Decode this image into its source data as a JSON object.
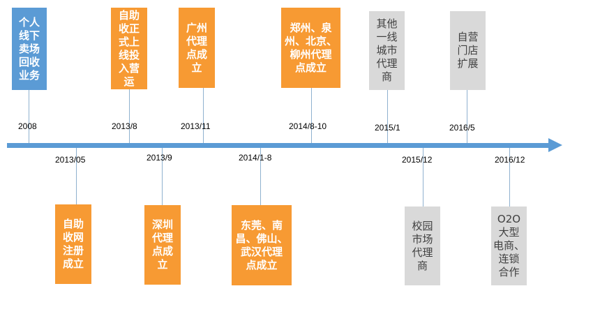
{
  "timeline": {
    "above": [
      {
        "date": "2008",
        "text": "个人\n线下\n卖场\n回收\n业务",
        "color": "blue"
      },
      {
        "date": "2013/8",
        "text": "自助\n收正\n式上\n线投\n入营\n运",
        "color": "orange"
      },
      {
        "date": "2013/11",
        "text": "广州\n代理\n点成\n立",
        "color": "orange"
      },
      {
        "date": "2014/8-10",
        "text": "郑州、泉\n州、北京、\n柳州代理\n点成立",
        "color": "orange"
      },
      {
        "date": "2015/1",
        "text": "其他\n一线\n城市\n代理\n商",
        "color": "gray"
      },
      {
        "date": "2016/5",
        "text": "自营\n门店\n扩展",
        "color": "gray"
      }
    ],
    "below": [
      {
        "date": "2013/05",
        "text": "自助\n收网\n注册\n成立",
        "color": "orange"
      },
      {
        "date": "2013/9",
        "text": "深圳\n代理\n点成\n立",
        "color": "orange"
      },
      {
        "date": "2014/1-8",
        "text": "东莞、南\n昌、佛山、\n武汉代理\n点成立",
        "color": "orange"
      },
      {
        "date": "2015/12",
        "text": "校园\n市场\n代理\n商",
        "color": "gray"
      },
      {
        "date": "2016/12",
        "text": "O2O\n大型\n电商、\n连锁\n合作",
        "color": "gray"
      }
    ]
  }
}
